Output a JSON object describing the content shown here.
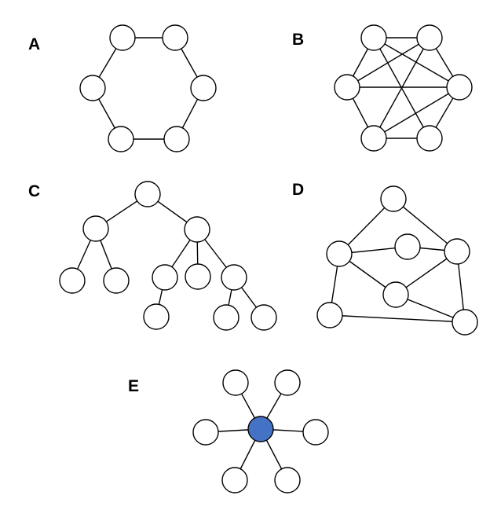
{
  "colors": {
    "node_fill": "#ffffff",
    "hub_fill": "#4472c4",
    "stroke": "#000000"
  },
  "panels": [
    {
      "id": "A",
      "label": "A",
      "nodes": [
        "a1",
        "a2",
        "a3",
        "a4",
        "a5",
        "a6"
      ],
      "edges": [
        [
          "a1",
          "a2"
        ],
        [
          "a2",
          "a4"
        ],
        [
          "a4",
          "a6"
        ],
        [
          "a6",
          "a5"
        ],
        [
          "a5",
          "a3"
        ],
        [
          "a3",
          "a1"
        ]
      ]
    },
    {
      "id": "B",
      "label": "B",
      "nodes": [
        "b1",
        "b2",
        "b3",
        "b4",
        "b5",
        "b6"
      ],
      "edges": [
        [
          "b1",
          "b2"
        ],
        [
          "b2",
          "b4"
        ],
        [
          "b4",
          "b6"
        ],
        [
          "b6",
          "b5"
        ],
        [
          "b5",
          "b3"
        ],
        [
          "b3",
          "b1"
        ],
        [
          "b1",
          "b4"
        ],
        [
          "b1",
          "b6"
        ],
        [
          "b2",
          "b5"
        ],
        [
          "b2",
          "b3"
        ],
        [
          "b3",
          "b4"
        ],
        [
          "b5",
          "b4"
        ]
      ]
    },
    {
      "id": "C",
      "label": "C",
      "nodes": [
        "c1",
        "c2",
        "c3",
        "c4",
        "c5",
        "c6",
        "c7",
        "c8",
        "c9",
        "c10",
        "c11"
      ],
      "edges": [
        [
          "c1",
          "c2"
        ],
        [
          "c1",
          "c3"
        ],
        [
          "c2",
          "c4"
        ],
        [
          "c2",
          "c5"
        ],
        [
          "c3",
          "c6"
        ],
        [
          "c3",
          "c7"
        ],
        [
          "c3",
          "c8"
        ],
        [
          "c6",
          "c9"
        ],
        [
          "c8",
          "c10"
        ],
        [
          "c8",
          "c11"
        ]
      ]
    },
    {
      "id": "D",
      "label": "D",
      "nodes": [
        "d1",
        "d2",
        "d3",
        "d4",
        "d5",
        "d6",
        "d7"
      ],
      "edges": [
        [
          "d1",
          "d2"
        ],
        [
          "d1",
          "d4"
        ],
        [
          "d2",
          "d3"
        ],
        [
          "d3",
          "d4"
        ],
        [
          "d2",
          "d5"
        ],
        [
          "d5",
          "d4"
        ],
        [
          "d2",
          "d6"
        ],
        [
          "d5",
          "d7"
        ],
        [
          "d4",
          "d7"
        ],
        [
          "d6",
          "d7"
        ]
      ]
    },
    {
      "id": "E",
      "label": "E",
      "hub": "e0",
      "nodes": [
        "e0",
        "e1",
        "e2",
        "e3",
        "e4",
        "e5",
        "e6"
      ],
      "edges": [
        [
          "e0",
          "e1"
        ],
        [
          "e0",
          "e2"
        ],
        [
          "e0",
          "e3"
        ],
        [
          "e0",
          "e4"
        ],
        [
          "e0",
          "e5"
        ],
        [
          "e0",
          "e6"
        ]
      ]
    }
  ]
}
